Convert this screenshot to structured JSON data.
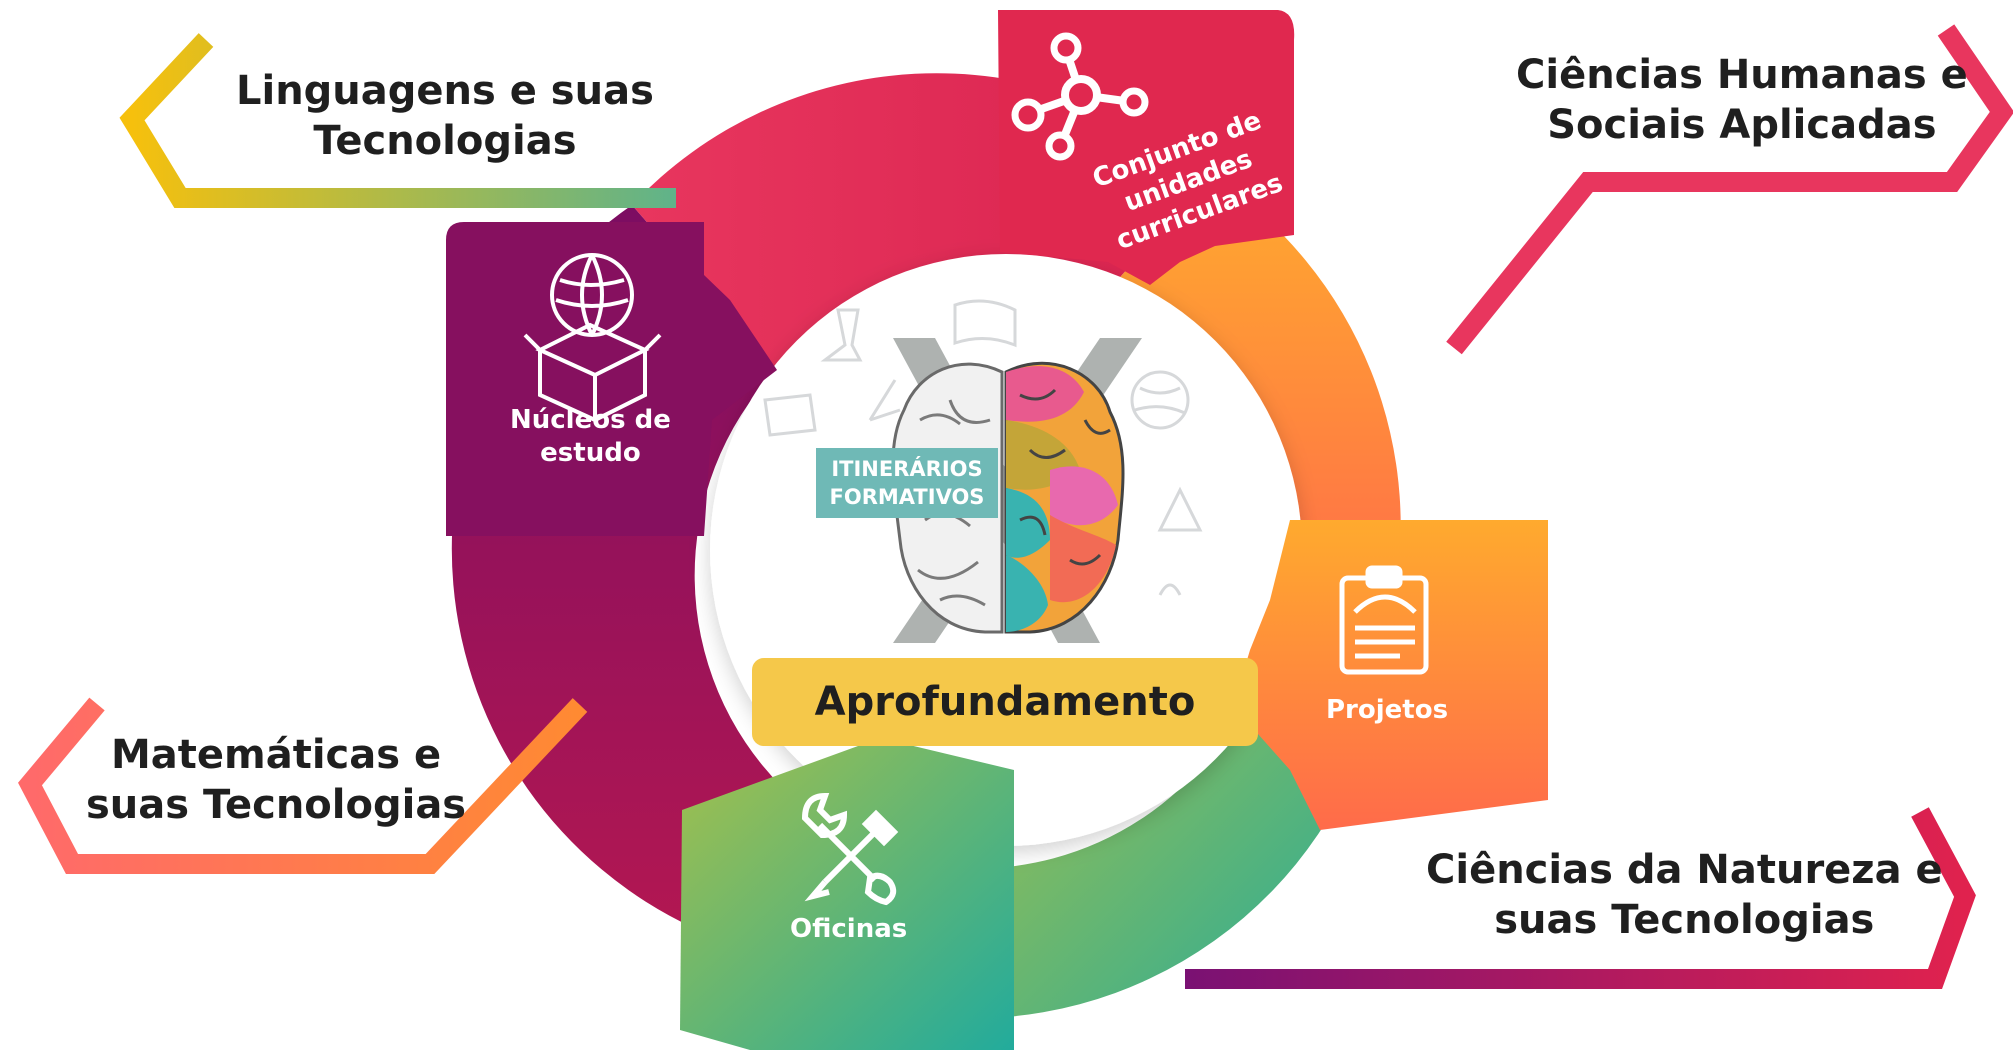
{
  "center": {
    "title_line1": "ITINERÁRIOS",
    "title_line2": "FORMATIVOS",
    "label": "Aprofundamento"
  },
  "segments": {
    "conjunto": {
      "line1": "Conjunto de",
      "line2": "unidades",
      "line3": "curriculares",
      "color": "#e23559"
    },
    "projetos": {
      "label": "Projetos",
      "color": "#ff7a52"
    },
    "oficinas": {
      "label": "Oficinas",
      "color": "#6cbf74"
    },
    "nucleos": {
      "line1": "Núcleos de",
      "line2": "estudo",
      "color": "#86105f"
    }
  },
  "areas": {
    "linguagens": {
      "line1": "Linguagens e suas",
      "line2": "Tecnologias"
    },
    "humanas": {
      "line1": "Ciências Humanas e",
      "line2": "Sociais Aplicadas"
    },
    "matematica": {
      "line1": "Matemáticas e",
      "line2": "suas Tecnologias"
    },
    "natureza": {
      "line1": "Ciências da Natureza e",
      "line2": "suas Tecnologias"
    }
  }
}
